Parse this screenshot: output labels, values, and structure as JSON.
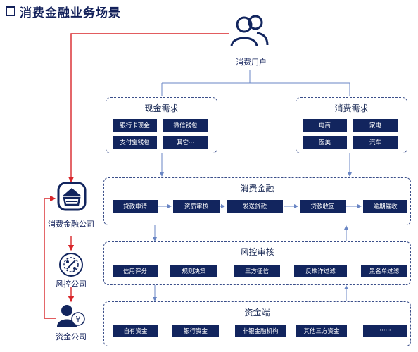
{
  "title": "消费金融业务场景",
  "user": {
    "label": "消费用户"
  },
  "cash_demand": {
    "label": "现金需求",
    "items": [
      "银行卡现金",
      "微信钱包",
      "支付宝钱包",
      "其它···"
    ]
  },
  "consumer_demand": {
    "label": "消费需求",
    "items": [
      "电商",
      "家电",
      "医美",
      "汽车"
    ]
  },
  "consumer_finance": {
    "label": "消费金融",
    "steps": [
      "贷款申请",
      "资质审核",
      "发送贷款",
      "贷款收回",
      "逾期催收"
    ]
  },
  "risk_review": {
    "label": "风控审核",
    "items": [
      "信用评分",
      "规则决策",
      "三方征信",
      "反欺诈过滤",
      "黑名单过滤"
    ]
  },
  "funding": {
    "label": "资金端",
    "items": [
      "自有资金",
      "银行资金",
      "非银金融机构",
      "其他三方资金",
      "······"
    ]
  },
  "side": {
    "company": "消费金融公司",
    "risk": "风控公司",
    "capital": "资金公司"
  },
  "colors": {
    "navy": "#12255e",
    "red": "#d8262a",
    "line": "#6a86c4"
  }
}
